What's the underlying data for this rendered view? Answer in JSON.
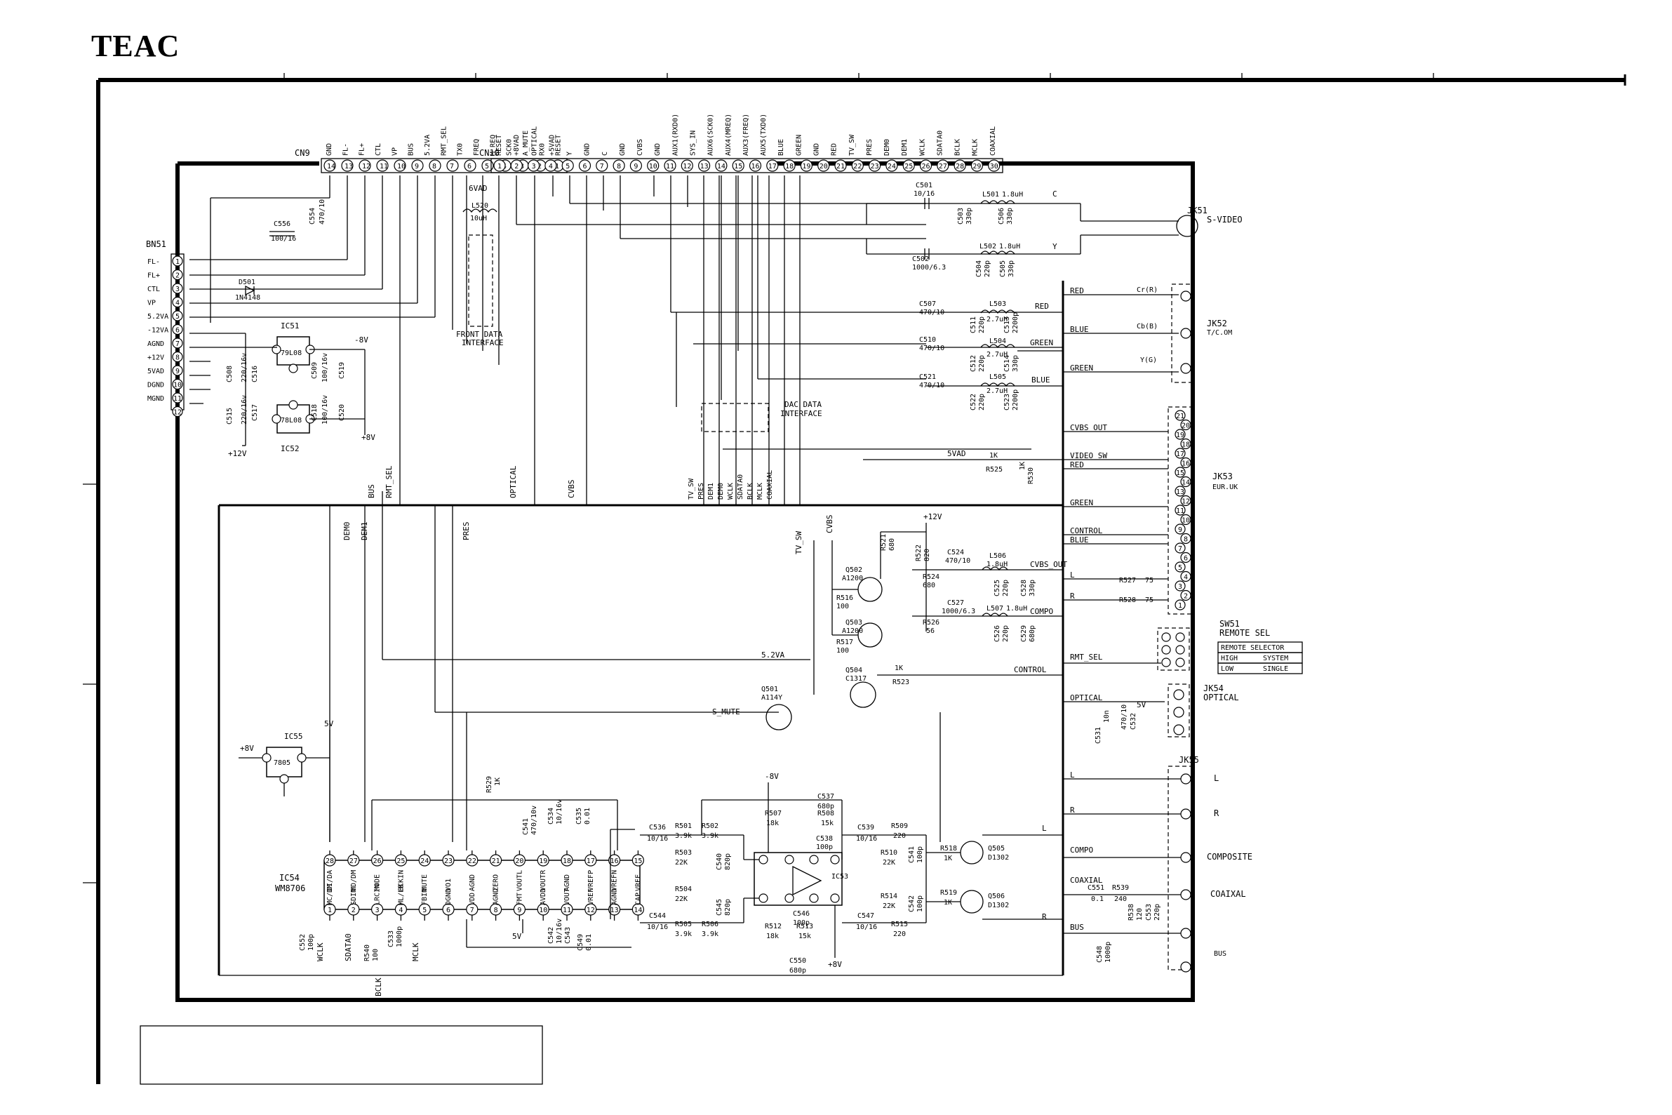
{
  "brand": "TEAC",
  "connectors": {
    "cn9": {
      "ref": "CN9",
      "pins": [
        "14",
        "13",
        "12",
        "11",
        "10",
        "9",
        "8",
        "7",
        "6",
        "5",
        "4",
        "3",
        "2",
        "1"
      ],
      "signals": [
        "GND",
        "FL-",
        "FL+",
        "CTL",
        "VP",
        "BUS",
        "5.2VA",
        "RMT_SEL",
        "TX0",
        "FREQ",
        "M_REQ",
        "SCK0",
        "A_MUTE",
        "RX0",
        "RESET"
      ]
    },
    "cn10": {
      "ref": "CN10",
      "pins": [
        "1",
        "2",
        "3",
        "4",
        "5",
        "6",
        "7",
        "8",
        "9",
        "10",
        "11",
        "12",
        "13",
        "14",
        "15",
        "16",
        "17",
        "18",
        "19",
        "20",
        "21",
        "22",
        "23",
        "24",
        "25",
        "26",
        "27",
        "28",
        "29",
        "30"
      ],
      "signals": [
        "RESET",
        "+8VAD",
        "OPTICAL",
        "+5VAD",
        "Y",
        "GND",
        "C",
        "GND",
        "CVBS",
        "GND",
        "AUX1(RXD0)",
        "SYS_IN",
        "AUX6(SCK0)",
        "AUX4(MREQ)",
        "AUX3(FREQ)",
        "AUX5(TXD0)",
        "BLUE",
        "GREEN",
        "GND",
        "RED",
        "TV_SW",
        "PRES",
        "DEM0",
        "DEM1",
        "WCLK",
        "SDATA0",
        "BCLK",
        "MCLK",
        "COAXIAL"
      ]
    },
    "bn51": {
      "ref": "BN51",
      "pins": [
        "1",
        "2",
        "3",
        "4",
        "5",
        "6",
        "7",
        "8",
        "9",
        "10",
        "11",
        "12"
      ],
      "labels": [
        "FL-",
        "FL+",
        "CTL",
        "VP",
        "5.2VA",
        "-12VA",
        "AGND",
        "+12V",
        "5VAD",
        "DGND",
        "MGND"
      ]
    }
  },
  "labels": {
    "sixvad": "6VAD",
    "l520": "L520",
    "l520v": "10uH",
    "front_iface_1": "FRONT DATA",
    "front_iface_2": "INTERFACE",
    "dac_iface_1": "DAC DATA",
    "dac_iface_2": "INTERFACE",
    "c556": "C556",
    "c556v": "100/16",
    "c554": "C554",
    "c554v": "470/10",
    "d501": "D501",
    "d501v": "1N4148",
    "ic51": "IC51",
    "ic51v": "79L08",
    "ic52": "IC52",
    "ic52v": "78L08",
    "minus8v": "-8V",
    "plus8v": "+8V",
    "plus12v": "+12V",
    "c508": "C508",
    "c508v": "220/16v",
    "c516": "C516",
    "c509": "C509",
    "c509v": "100/16v",
    "c519": "C519",
    "c515": "C515",
    "c515v": "220/16v",
    "c517": "C517",
    "c518": "C518",
    "c518v": "100/16v",
    "c520": "C520",
    "cap_zero": "0",
    "c501": "C501",
    "c501v": "10/16",
    "l501": "L501",
    "l501v": "1.8uH",
    "c503": "C503",
    "c503v": "330p",
    "c506": "C506",
    "c506v": "330p",
    "c502": "C502",
    "c502v": "1000/6.3",
    "l502": "L502",
    "l502v": "1.8uH",
    "c504": "C504",
    "c504v": "220p",
    "c505": "C505",
    "c505v": "330p",
    "sig_c": "C",
    "sig_y": "Y",
    "jk51": "JK51",
    "jk51d": "S-VIDEO",
    "c507": "C507",
    "c507v": "470/10",
    "c511": "C511",
    "c511v": "220p",
    "l503": "L503",
    "l503v": "2.7uH",
    "c513": "C513",
    "c513v": "2200p",
    "c510": "C510",
    "c510v": "470/10",
    "c512": "C512",
    "c512v": "220p",
    "l504": "L504",
    "l504v": "2.7uH",
    "c514": "C514",
    "c514v": "330p",
    "c521": "C521",
    "c521v": "470/10",
    "c522": "C522",
    "c522v": "220p",
    "l505": "L505",
    "l505v": "2.7uH",
    "c523": "C523",
    "c523v": "2200p",
    "red": "RED",
    "blue": "BLUE",
    "green": "GREEN",
    "jk52": "JK52",
    "jk52d": "T/C.OM",
    "cr": "Cr(R)",
    "cb": "Cb(B)",
    "yg": "Y(G)",
    "fivevad": "5VAD",
    "r525": "R525",
    "r525v": "1K",
    "r530": "R530",
    "r530v": "1K",
    "cvbs_out": "CVBS_OUT",
    "video_sw": "VIDEO_SW",
    "control": "CONTROL",
    "jk53": "JK53",
    "jk53d": "EUR.UK",
    "jk53_pins": [
      "21",
      "20",
      "19",
      "18",
      "17",
      "16",
      "15",
      "14",
      "13",
      "12",
      "11",
      "10",
      "9",
      "8",
      "7",
      "6",
      "5",
      "4",
      "3",
      "2",
      "1"
    ],
    "q502": "Q502",
    "q502v": "A1200",
    "q503": "Q503",
    "q503v": "A1200",
    "r516": "R516",
    "r516v": "100",
    "r517": "R517",
    "r517v": "100",
    "r521": "R521",
    "r521v": "680",
    "r522": "R522",
    "r522v": "820",
    "r524": "R524",
    "r524v": "680",
    "r526": "R526",
    "r526v": "56",
    "c524": "C524",
    "c524v": "470/10",
    "l506": "L506",
    "l506v": "1.8uH",
    "c525": "C525",
    "c525v": "220p",
    "c528": "C528",
    "c528v": "330p",
    "c527": "C527",
    "c527v": "1000/6.3",
    "l507": "L507",
    "l507v": "1.8uH",
    "c526": "C526",
    "c526v": "220p",
    "c529": "C529",
    "c529v": "680p",
    "r527": "R527",
    "r527v": "75",
    "r528": "R528",
    "r528v": "75",
    "sig_l": "L",
    "sig_r": "R",
    "compo": "COMPO",
    "rmt_sel": "RMT_SEL",
    "sw51": "SW51",
    "sw51d": "REMOTE SEL",
    "remote_table": [
      [
        "REMOTE SELECTOR",
        ""
      ],
      [
        "HIGH",
        "SYSTEM"
      ],
      [
        "LOW",
        "SINGLE"
      ]
    ],
    "q504": "Q504",
    "q504v": "C1317",
    "r523": "R523",
    "r523v": "1K",
    "five2va": "5.2VA",
    "q501": "Q501",
    "q501v": "A114Y",
    "s_mute": "S_MUTE",
    "optical": "OPTICAL",
    "jk54": "JK54",
    "jk54d": "OPTICAL",
    "c531": "C531",
    "c531v": "10n",
    "c532": "C532",
    "c532v": "470/10",
    "fivev": "5V",
    "jk55": "JK55",
    "composite": "COMPOSITE",
    "coaxial": "COAXIAL",
    "coaxial_jk": "COAIXAL",
    "bus": "BUS",
    "c551": "C551",
    "c551v": "0.1",
    "r539": "R539",
    "r539v": "240",
    "r538": "R538",
    "r538v": "120",
    "c553": "C553",
    "c553v": "220p",
    "c548": "C548",
    "c548v": "1000p",
    "ic55": "IC55",
    "ic55v": "7805",
    "plus8v_b": "+8V",
    "fivev_b": "5V",
    "ic54": "IC54",
    "ic54v": "WM8706",
    "ic54_top_pins": [
      "28",
      "27",
      "26",
      "25",
      "24",
      "23",
      "22",
      "21",
      "20",
      "19",
      "18",
      "17",
      "16",
      "15"
    ],
    "ic54_bot_pins": [
      "1",
      "2",
      "3",
      "4",
      "5",
      "6",
      "7",
      "8",
      "9",
      "10",
      "11",
      "12",
      "13",
      "14"
    ],
    "ic54_top_sig": [
      "DI/DA",
      "MD/DM",
      "MODE",
      "BCKIN",
      "MUTE",
      "VO1",
      "AGND",
      "ZERO",
      "VOUTL",
      "VOUTR",
      "AGND",
      "VREFP",
      "VREFN",
      "VREF"
    ],
    "ic54_bot_sig": [
      "MC/DM",
      "SDIN",
      "LRCIN",
      "ML/LB",
      "FBIN",
      "DGND",
      "VDD",
      "AGND",
      "FMT",
      "AVDD",
      "VOUT",
      "VREF",
      "AGND",
      "CAP"
    ],
    "wclk": "WCLK",
    "sdata0": "SDATA0",
    "bclk": "BCLK",
    "mclk": "MCLK",
    "r540": "R540",
    "r540v": "100",
    "c533": "C533",
    "c533v": "1000p",
    "c552": "C552",
    "c552v": "100p",
    "c534": "C534",
    "c534v": "10/16v",
    "c535": "C535",
    "c535v": "0.01",
    "c541": "C541",
    "c541v": "470/10v",
    "c542": "C542",
    "c542v": "10/16v",
    "c543": "C543",
    "c549": "C549",
    "c549v": "0.01",
    "r529": "R529",
    "r529v": "1K",
    "c536": "C536",
    "c536v": "10/16",
    "r501": "R501",
    "r501v": "3.9k",
    "r502": "R502",
    "r502v": "3.9k",
    "r503": "R503",
    "r503v": "22K",
    "c540": "C540",
    "c540v": "820p",
    "c545": "C545",
    "c545v": "820p",
    "r504": "R504",
    "r504v": "22K",
    "c544": "C544",
    "c544v": "10/16",
    "r505": "R505",
    "r505v": "3.9k",
    "r506": "R506",
    "r506v": "3.9k",
    "r507": "R507",
    "r507v": "18k",
    "c537": "C537",
    "c537v": "680p",
    "r508": "R508",
    "r508v": "15k",
    "c538": "C538",
    "c538v": "100p",
    "ic53": "IC53",
    "c546": "C546",
    "c546v": "100p",
    "r512": "R512",
    "r512v": "18k",
    "r513": "R513",
    "r513v": "15k",
    "c550": "C550",
    "c550v": "680p",
    "c539": "C539",
    "c539v": "10/16",
    "c547": "C547",
    "c547v": "10/16",
    "r509": "R509",
    "r509v": "220",
    "r515": "R515",
    "r515v": "220",
    "r510": "R510",
    "r510v": "22K",
    "r514": "R514",
    "r514v": "22K",
    "c541b": "C541",
    "c541bv": "100p",
    "c542b": "C542",
    "c542bv": "100p",
    "r518": "R518",
    "r518v": "1K",
    "r519": "R519",
    "r519v": "1K",
    "q505": "Q505",
    "q505v": "D1302",
    "q506": "Q506",
    "q506v": "D1302",
    "minus8v_b": "-8V",
    "plus8v_c": "+8V",
    "dem0": "DEM0",
    "dem1": "DEM1",
    "bus_v": "BUS",
    "rmt_sel_v": "RMT_SEL",
    "pres_v": "PRES",
    "optical_v": "OPTICAL",
    "cvbs_v": "CVBS",
    "tv_sw_v": "TV_SW",
    "cvbs_v2": "CVBS",
    "bus_stack": [
      "TV_SW",
      "PRES",
      "DEM1",
      "DEM0",
      "WCLK",
      "SDATA0",
      "BCLK",
      "MCLK",
      "COAXIAL"
    ]
  }
}
